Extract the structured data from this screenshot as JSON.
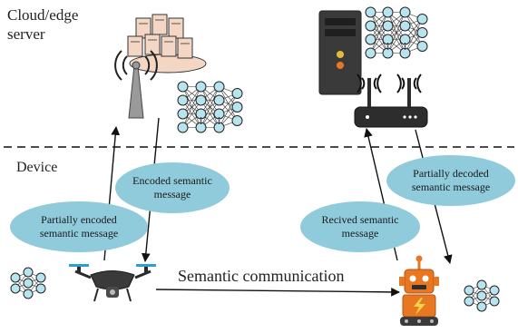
{
  "labels": {
    "server_line1": "Cloud/edge",
    "server_line2": "server",
    "device": "Device",
    "communication": "Semantic communication"
  },
  "bubbles": {
    "encoded": {
      "line1": "Encoded semantic",
      "line2": "message"
    },
    "partially_encoded": {
      "line1": "Partially encoded",
      "line2": "semantic message"
    },
    "received": {
      "line1": "Recived semantic",
      "line2": "message"
    },
    "partially_decoded": {
      "line1": "Partially decoded",
      "line2": "semantic message"
    }
  },
  "colors": {
    "bubble": "#8fcbdb",
    "neuron": "#b8e4f0",
    "robot": "#e87722",
    "server_box": "#f3d7c4",
    "tower": "#9a9a9a"
  }
}
